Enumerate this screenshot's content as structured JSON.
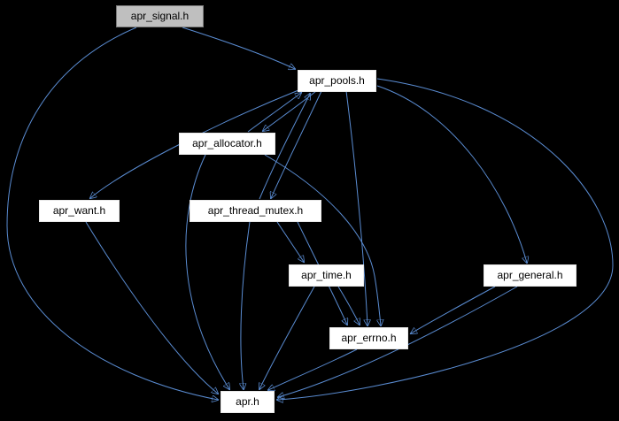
{
  "diagram": {
    "type": "include-dependency-graph",
    "colors": {
      "background": "#000000",
      "edge": "#5a8cd2",
      "node_fill": "#ffffff",
      "node_text": "#000000",
      "highlight_node_fill": "#bfbfbf"
    },
    "nodes": [
      {
        "id": "apr_signal.h",
        "label": "apr_signal.h",
        "highlighted": true
      },
      {
        "id": "apr_pools.h",
        "label": "apr_pools.h",
        "highlighted": false
      },
      {
        "id": "apr_allocator.h",
        "label": "apr_allocator.h",
        "highlighted": false
      },
      {
        "id": "apr_want.h",
        "label": "apr_want.h",
        "highlighted": false
      },
      {
        "id": "apr_thread_mutex.h",
        "label": "apr_thread_mutex.h",
        "highlighted": false
      },
      {
        "id": "apr_time.h",
        "label": "apr_time.h",
        "highlighted": false
      },
      {
        "id": "apr_general.h",
        "label": "apr_general.h",
        "highlighted": false
      },
      {
        "id": "apr_errno.h",
        "label": "apr_errno.h",
        "highlighted": false
      },
      {
        "id": "apr.h",
        "label": "apr.h",
        "highlighted": false
      }
    ],
    "edges": [
      {
        "from": "apr_signal.h",
        "to": "apr_pools.h"
      },
      {
        "from": "apr_signal.h",
        "to": "apr.h"
      },
      {
        "from": "apr_pools.h",
        "to": "apr_allocator.h"
      },
      {
        "from": "apr_allocator.h",
        "to": "apr_pools.h"
      },
      {
        "from": "apr_pools.h",
        "to": "apr_want.h"
      },
      {
        "from": "apr_pools.h",
        "to": "apr_thread_mutex.h"
      },
      {
        "from": "apr_thread_mutex.h",
        "to": "apr_pools.h"
      },
      {
        "from": "apr_pools.h",
        "to": "apr_general.h"
      },
      {
        "from": "apr_pools.h",
        "to": "apr_errno.h"
      },
      {
        "from": "apr_pools.h",
        "to": "apr.h"
      },
      {
        "from": "apr_allocator.h",
        "to": "apr_errno.h"
      },
      {
        "from": "apr_allocator.h",
        "to": "apr.h"
      },
      {
        "from": "apr_thread_mutex.h",
        "to": "apr_time.h"
      },
      {
        "from": "apr_thread_mutex.h",
        "to": "apr_errno.h"
      },
      {
        "from": "apr_thread_mutex.h",
        "to": "apr.h"
      },
      {
        "from": "apr_time.h",
        "to": "apr_errno.h"
      },
      {
        "from": "apr_time.h",
        "to": "apr.h"
      },
      {
        "from": "apr_general.h",
        "to": "apr_errno.h"
      },
      {
        "from": "apr_general.h",
        "to": "apr.h"
      },
      {
        "from": "apr_errno.h",
        "to": "apr.h"
      },
      {
        "from": "apr_want.h",
        "to": "apr.h"
      }
    ]
  }
}
